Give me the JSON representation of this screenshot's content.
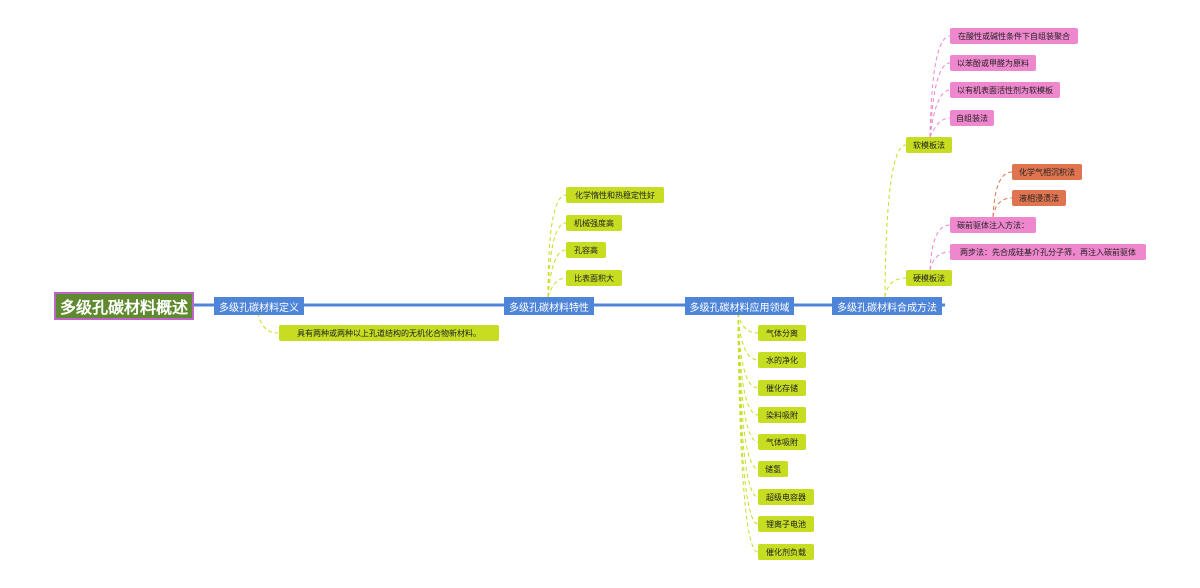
{
  "colors": {
    "root_bg": "#5f8a2f",
    "root_border": "#c063c6",
    "main_bg": "#4f85d9",
    "main_line": "#4f85d9",
    "leaf_bg": "#c6dd22",
    "pink_bg": "#ee87cd",
    "orange_bg": "#df7450"
  },
  "root": {
    "label": "多级孔碳材料概述"
  },
  "branches": {
    "definition": {
      "label": "多级孔碳材料定义",
      "items": [
        "具有两种或两种以上孔道结构的无机化合物新材料。"
      ]
    },
    "properties": {
      "label": "多级孔碳材料特性",
      "items": [
        "化学惰性和热稳定性好",
        "机械强度高",
        "孔容高",
        "比表面积大"
      ]
    },
    "applications": {
      "label": "多级孔碳材料应用领域",
      "items": [
        "气体分离",
        "水的净化",
        "催化存储",
        "染料吸附",
        "气体吸附",
        "储氢",
        "超级电容器",
        "锂离子电池",
        "催化剂负载"
      ]
    },
    "synthesis": {
      "label": "多级孔碳材料合成方法",
      "soft": {
        "label": "软模板法",
        "items": [
          "在酸性或碱性条件下自组装聚合",
          "以苯酚或甲醛为原料",
          "以有机表面活性剂为软模板",
          "自组装法"
        ]
      },
      "hard": {
        "label": "硬模板法",
        "carbon": {
          "label": "碳前驱体注入方法：",
          "items": [
            "化学气相沉积法",
            "液相浸渍法"
          ]
        },
        "twostep": {
          "label": "两步法：先合成硅基介孔分子筛，再注入碳前驱体"
        }
      }
    }
  }
}
